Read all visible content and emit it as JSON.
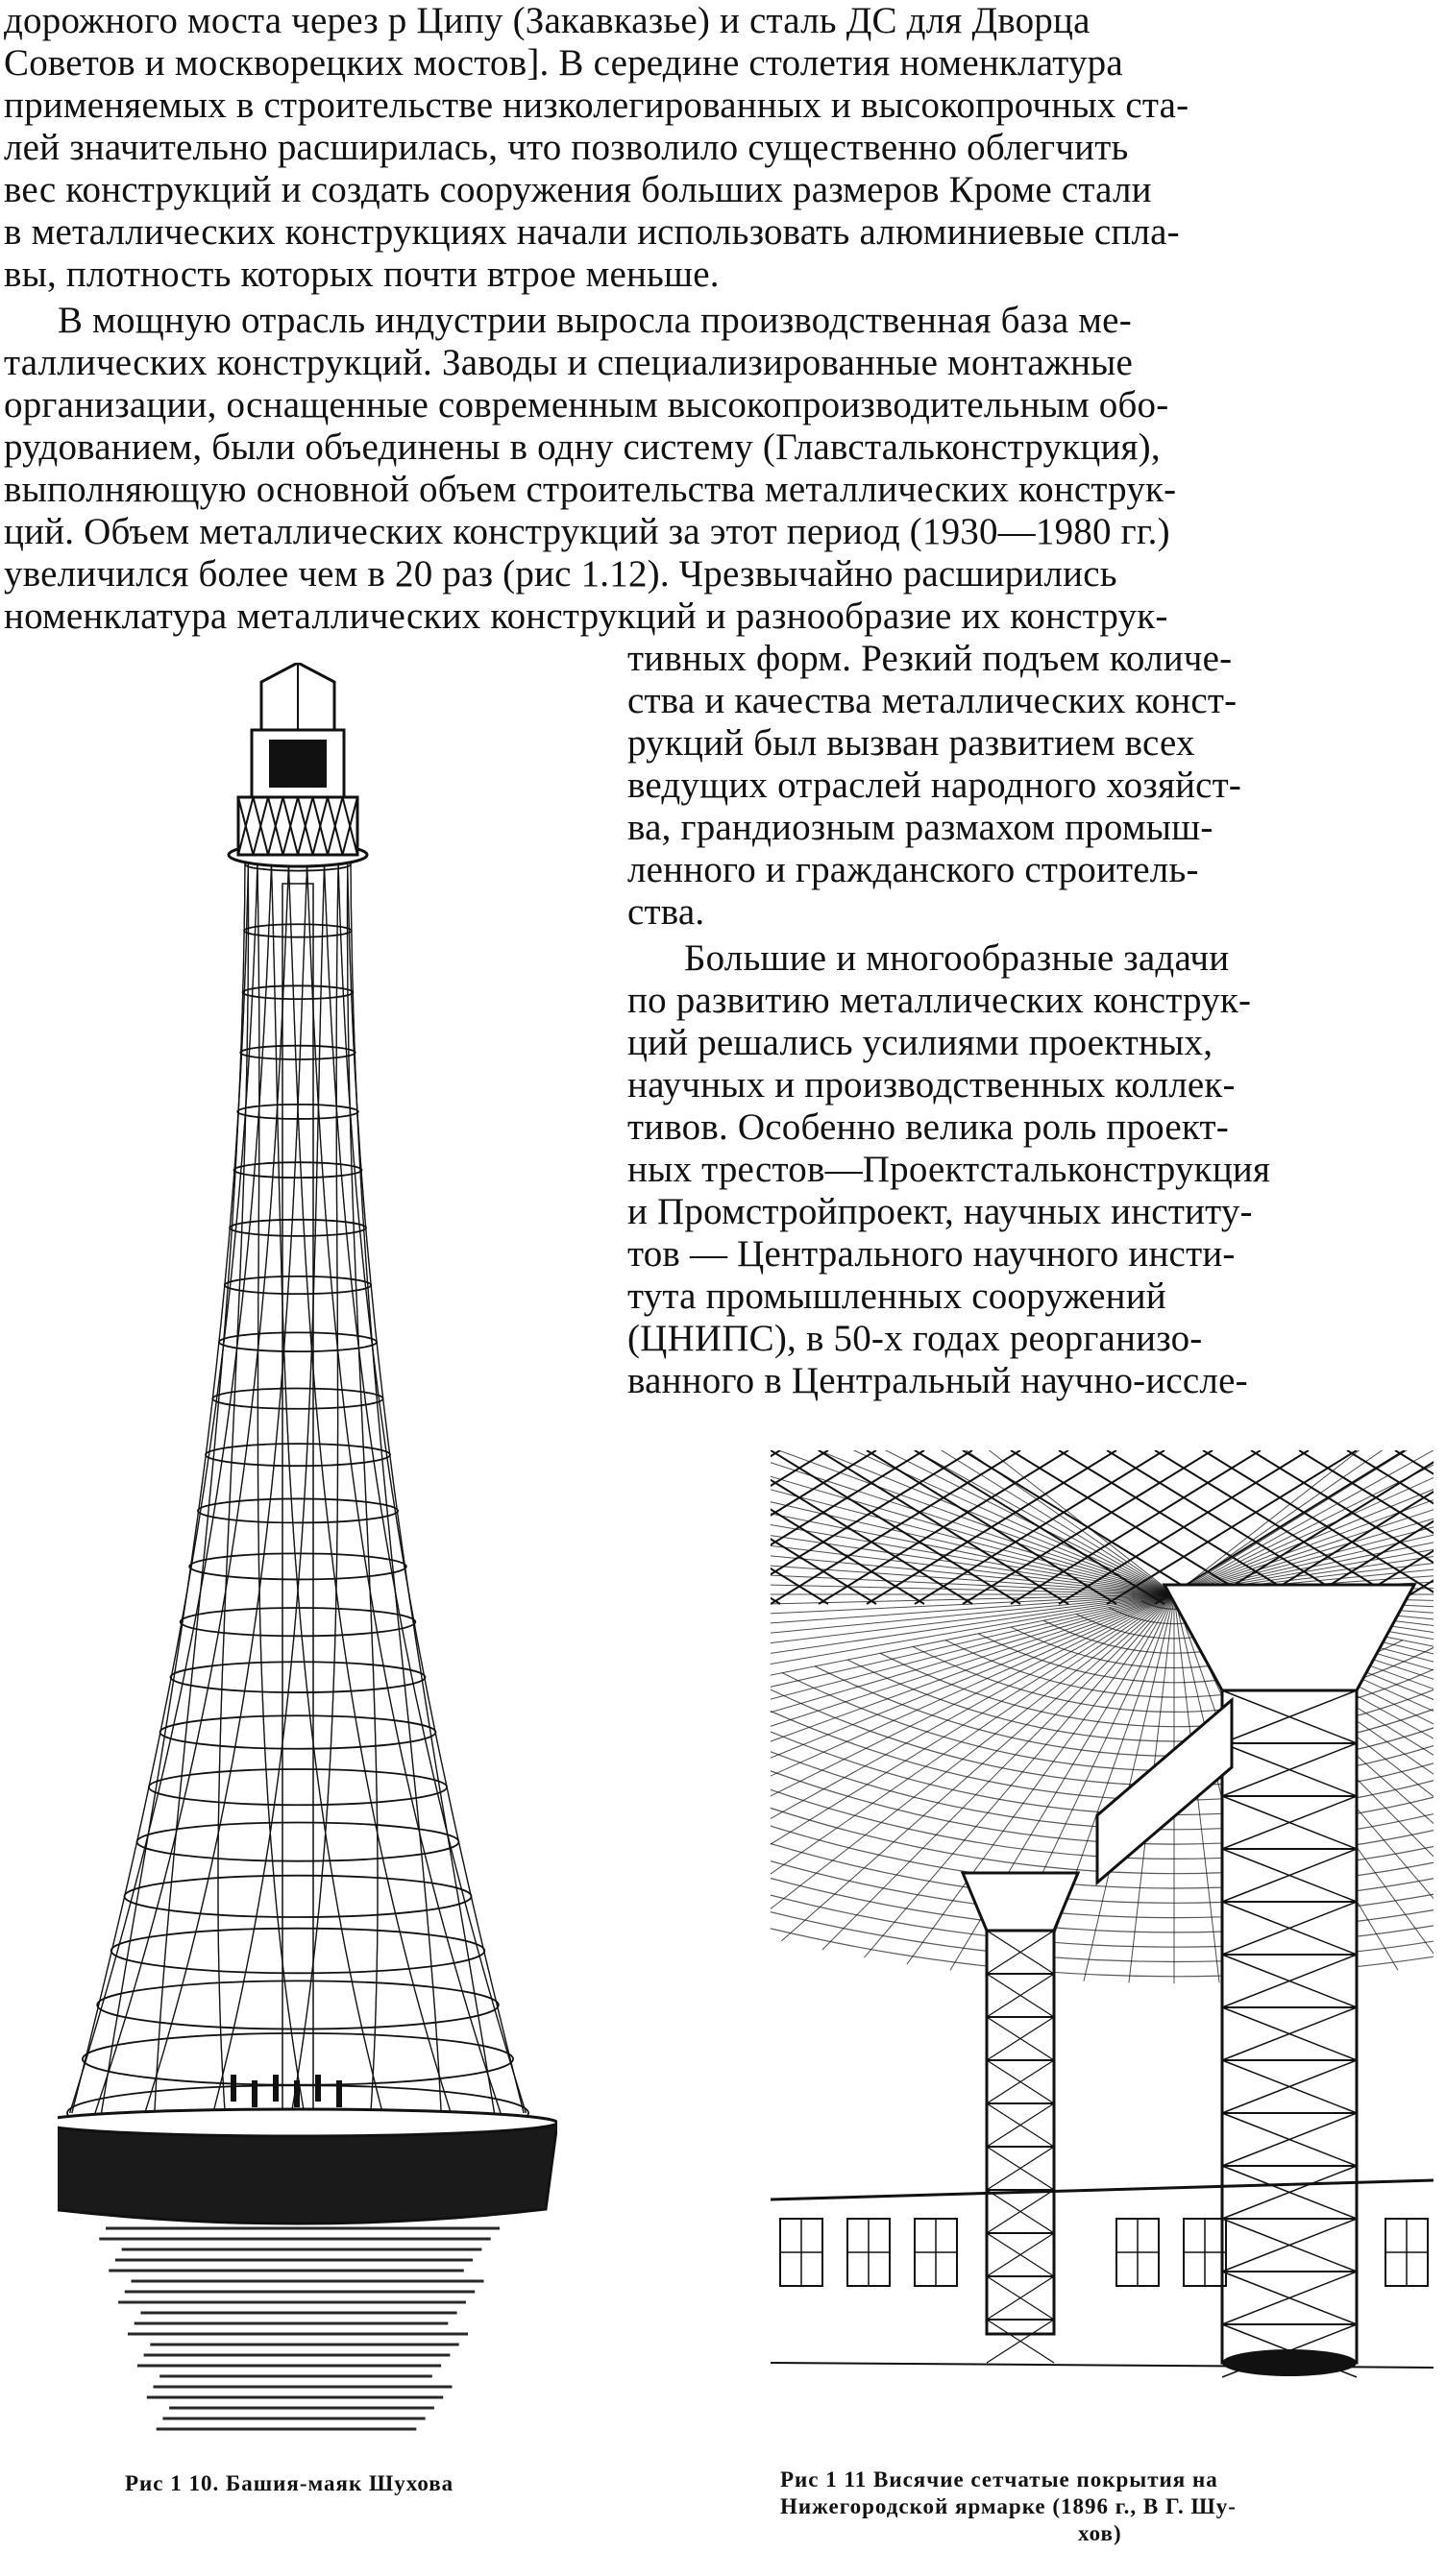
{
  "paragraph_top": [
    "дорожного моста через р  Ципу (Закавказье) и сталь ДС для  Дворца",
    "Советов  и  москворецких  мостов]. В  середине  столетия  номенклатура",
    "применяемых в строительстве низколегированных и высокопрочных ста-",
    "лей значительно расширилась, что позволило существенно  облегчить",
    "вес конструкций и создать сооружения больших размеров  Кроме стали",
    "в металлических конструкциях начали использовать алюминиевые спла-",
    "вы, плотность которых почти втрое меньше."
  ],
  "paragraph_second_full": [
    "В мощную отрасль индустрии выросла производственная  база ме-",
    "таллических конструкций. Заводы и специализированные  монтажные",
    "организации,  оснащенные  современным  высокопроизводительным  обо-",
    "рудованием, были объединены в одну систему (Главстальконструкция),",
    "выполняющую основной объем строительства металлических  конструк-",
    "ций. Объем металлических конструкций за этот период  (1930—1980 гг.)",
    "увеличился  более  чем  в  20  раз  (рис  1.12).  Чрезвычайно  расширились",
    "номенклатура металлических конструкций и разнообразие их конструк-"
  ],
  "paragraph_second_narrow": [
    "тивных форм.  Резкий подъем количе-",
    "ства и качества металлических конст-",
    "рукций был вызван  развитием   всех",
    "ведущих отраслей народного хозяйст-",
    "ва, грандиозным  размахом  промыш-",
    "ленного   и   гражданского  строитель-",
    "ства."
  ],
  "paragraph_third": [
    "Большие и многообразные  задачи",
    "по развитию металлических конструк-",
    "ций решались  усилиями   проектных,",
    "научных и производственных  коллек-",
    "тивов. Особенно велика  роль проект-",
    "ных трестов—Проектстальконструкция",
    "и Промстройпроект,  научных  институ-",
    "тов — Центрального   научного  инсти-",
    "тута        промышленных      сооружений",
    "(ЦНИПС),  в  50-х  годах  реорганизо-",
    "ванного в Центральный научно-иссле-"
  ],
  "figures": {
    "fig_1_10": {
      "caption": "Рис  1 10.  Башия-маяк  Шухова"
    },
    "fig_1_11": {
      "caption_lines": [
        "Рис   1 11   Висячие   сетчатые   покрытия   на",
        "Нижегородской  ярмарке  (1896  г.,   В   Г.   Шу-",
        "хов)"
      ]
    }
  },
  "colors": {
    "ink": "#111111",
    "paper": "#ffffff"
  }
}
